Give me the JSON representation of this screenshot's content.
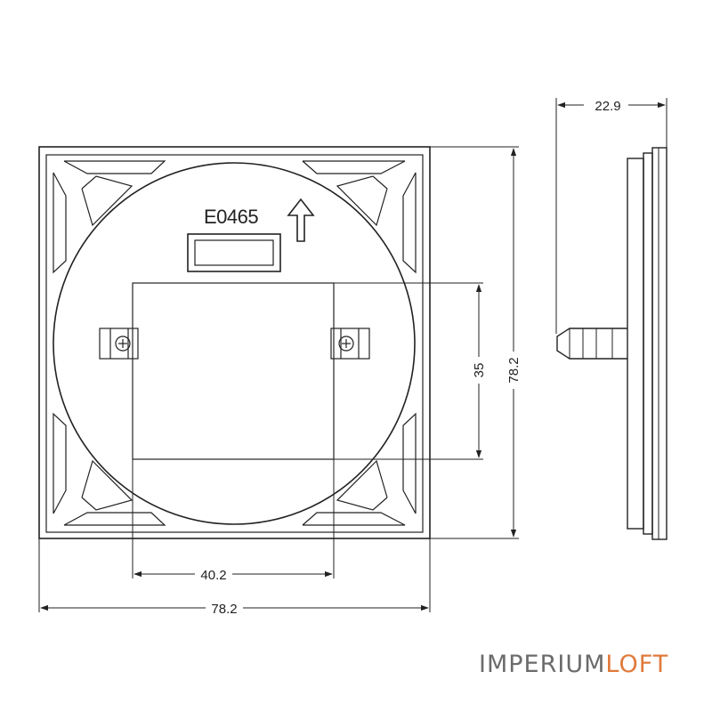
{
  "drawing": {
    "model_code": "E0465",
    "dimensions": {
      "total_width": "78.2",
      "total_height": "78.2",
      "mount_width": "40.2",
      "mount_height": "35",
      "depth": "22.9"
    }
  },
  "brand": {
    "part1": "IMPERIUM",
    "part2": "LOFT",
    "color_primary": "#6b6b6b",
    "color_accent": "#e07a3c"
  }
}
